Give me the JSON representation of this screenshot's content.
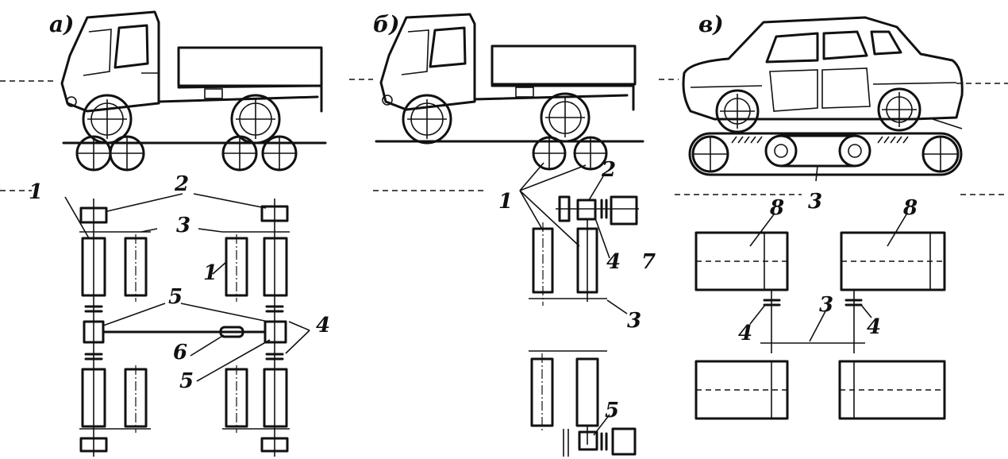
{
  "panels": {
    "a": "a)",
    "b": "б)",
    "c": "в)"
  },
  "labels": {
    "n1": "1",
    "n2": "2",
    "n3": "3",
    "n4": "4",
    "n5": "5",
    "n6": "6",
    "n7": "7",
    "n8": "8"
  }
}
